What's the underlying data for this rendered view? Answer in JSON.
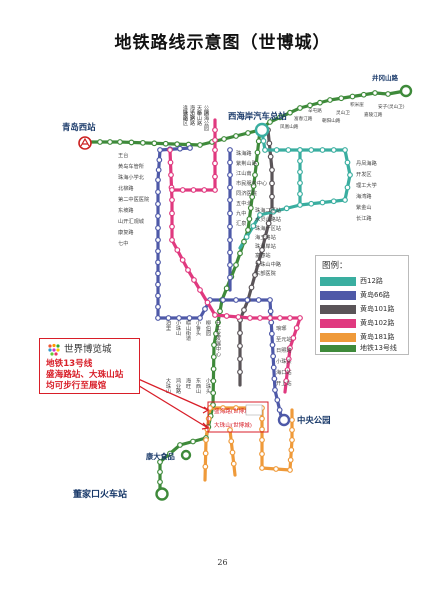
{
  "title": "地铁路线示意图（世博城）",
  "page_number": "26",
  "colors": {
    "line12": "#3aaea0",
    "line6": "#4e59a8",
    "line101": "#5a5458",
    "line102": "#e0397f",
    "line181": "#ef9a3a",
    "line13": "#3e8a3a",
    "highlight": "#d81e28"
  },
  "legend": {
    "title": "图例：",
    "items": [
      {
        "label": "西12路",
        "color": "#3aaea0"
      },
      {
        "label": "黄岛66路",
        "color": "#4e59a8"
      },
      {
        "label": "黄岛101路",
        "color": "#5a5458"
      },
      {
        "label": "黄岛102路",
        "color": "#e0397f"
      },
      {
        "label": "黄岛181路",
        "color": "#ef9a3a"
      },
      {
        "label": "地铁13号线",
        "color": "#3e8a3a"
      }
    ]
  },
  "expo_callout": {
    "logo_text": "世界博览城",
    "note_lines": [
      "地铁13号线",
      "盛海路站、大珠山站",
      "均可步行至展馆"
    ]
  },
  "major_stations": {
    "qingdao_west": "青岛西站",
    "xihaian": "西海岸汽车总站",
    "jingangshan": "井冈山路",
    "central_park": "中央公园",
    "kangda": "康大食品",
    "dongjiakou": "董家口火车站",
    "shenghai": "盛海路(世博城)",
    "dazhushan": "大珠山(世博城)"
  },
  "station_labels": {
    "north_line13": [
      "凤凰山路",
      "富春江路",
      "辛屯路",
      "朝阳山路",
      "灵山卫",
      "积米崖",
      "嘉陵江路",
      "安子(灵山卫)"
    ],
    "line102_vertical": [
      "逢猛路",
      "海王路",
      "天桥",
      "公园",
      "珠山区",
      "沿河路",
      "泰山路",
      "滨海公园"
    ],
    "line6_west": [
      "王台",
      "黄岛车管所",
      "珠海小学北",
      "北柳路",
      "第二中医医院",
      "东坡路",
      "山开汇观城",
      "康复路",
      "七中"
    ],
    "line101_vertical": [
      "珠海路",
      "紫荆山路",
      "江山南",
      "市民服务中心",
      "同济医院",
      "五中北",
      "九中",
      "汇泉"
    ],
    "line12_east": [
      "丹凤海路",
      "开发区",
      "理工大学",
      "海湾路",
      "紫金山",
      "长江路"
    ],
    "middle": [
      "珠海二区站",
      "水灵山路站",
      "珠海一区站",
      "海王路站",
      "珠海岸站",
      "富春站",
      "大珠山中路",
      "东部医院"
    ],
    "south": [
      "泊里",
      "小珠山",
      "崂山街道",
      "小鲁头",
      "柳伯园",
      "开工业发展中心",
      "大珠山",
      "鸿业路",
      "海旺",
      "东西山",
      "小珠头"
    ],
    "central_area": [
      "琅琊",
      "至元站",
      "日照路",
      "小珠头",
      "海口站",
      "开上站"
    ]
  }
}
